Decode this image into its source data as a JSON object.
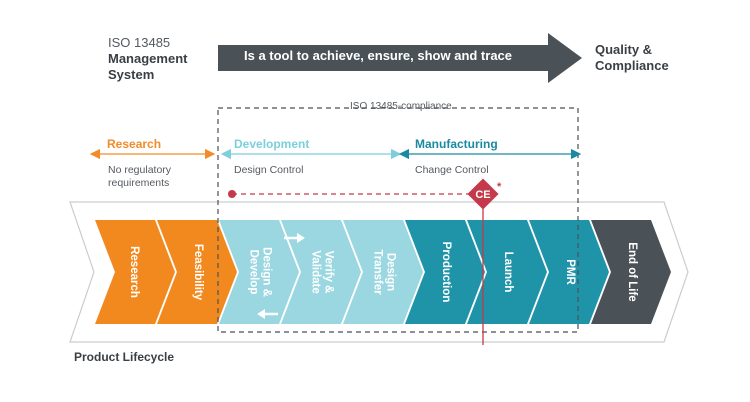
{
  "header": {
    "left_line1": "ISO 13485",
    "left_line2": "Management",
    "left_line3": "System",
    "banner": "Is a tool to achieve, ensure, show and trace",
    "right_line1": "Quality &",
    "right_line2": "Compliance"
  },
  "compliance_label": "ISO 13485-compliance",
  "phases": {
    "research": {
      "label": "Research",
      "sub1": "No regulatory",
      "sub2": "requirements"
    },
    "development": {
      "label": "Development",
      "sub": "Design Control"
    },
    "manufacturing": {
      "label": "Manufacturing",
      "sub": "Change Control"
    }
  },
  "ce_mark": {
    "label": "CE",
    "note": "*"
  },
  "steps": [
    {
      "lines": [
        "Research"
      ],
      "color": "#f2891f"
    },
    {
      "lines": [
        "Feasibility"
      ],
      "color": "#f2891f"
    },
    {
      "lines": [
        "Design &",
        "Develop"
      ],
      "color": "#9ad7e1"
    },
    {
      "lines": [
        "Verify &",
        "Validate"
      ],
      "color": "#9ad7e1"
    },
    {
      "lines": [
        "Design",
        "Transfer"
      ],
      "color": "#9ad7e1"
    },
    {
      "lines": [
        "Production"
      ],
      "color": "#1f93a8"
    },
    {
      "lines": [
        "Launch"
      ],
      "color": "#1f93a8"
    },
    {
      "lines": [
        "PMR"
      ],
      "color": "#1f93a8"
    },
    {
      "lines": [
        "End of Life"
      ],
      "color": "#4b5257"
    }
  ],
  "footer_label": "Product Lifecycle",
  "colors": {
    "banner": "#4b5257",
    "ce": "#c43a4a",
    "research": "#f28c28",
    "development": "#7ccfdc",
    "manufacturing": "#1a8aa0",
    "text_dark": "#3a3f44"
  }
}
